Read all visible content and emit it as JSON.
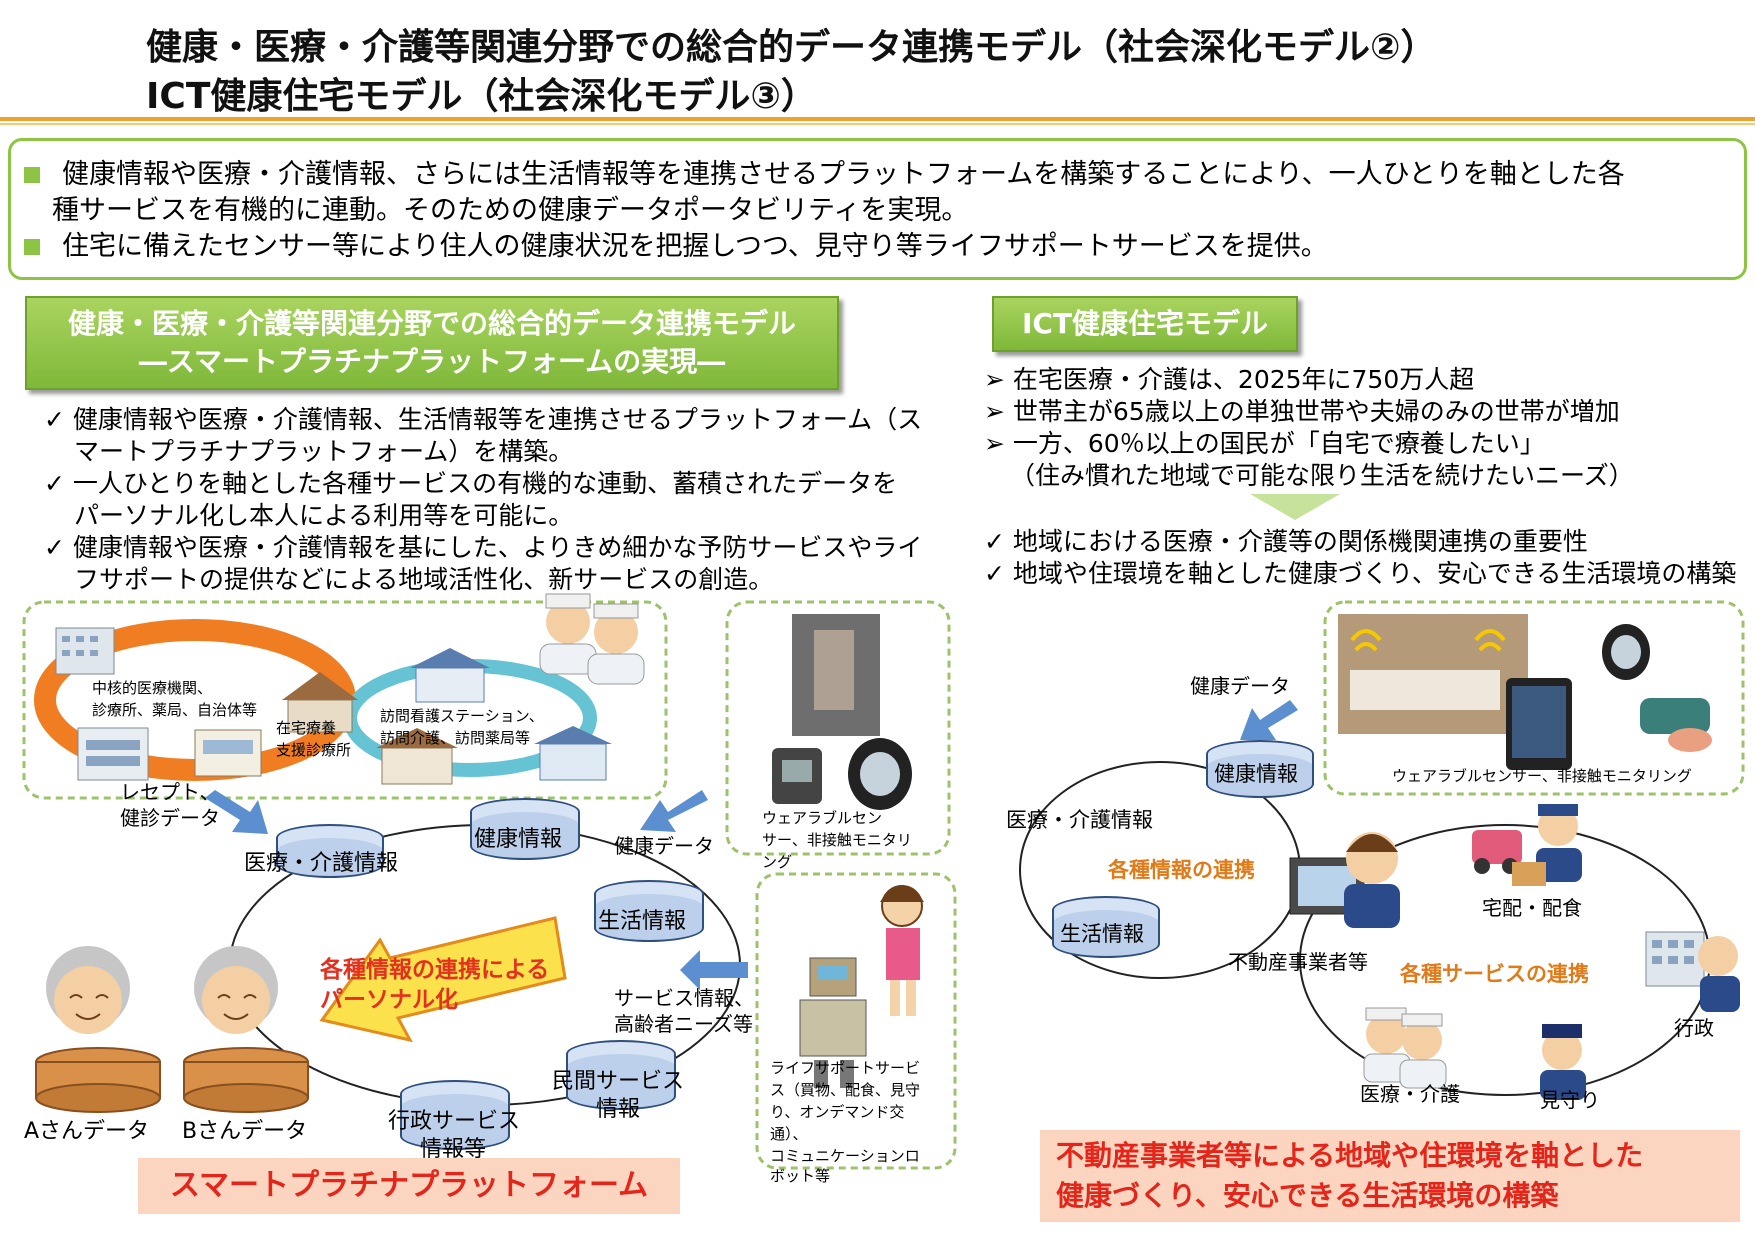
{
  "title": {
    "line1": "健康・医療・介護等関連分野での総合的データ連携モデル（社会深化モデル②）",
    "line2": "ICT健康住宅モデル（社会深化モデル③）"
  },
  "summary": {
    "bullet1_line1": "健康情報や医療・介護情報、さらには生活情報等を連携させるプラットフォームを構築することにより、一人ひとりを軸とした各",
    "bullet1_line2": "種サービスを有機的に連動。そのための健康データポータビリティを実現。",
    "bullet2": "住宅に備えたセンサー等により住人の健康状況を把握しつつ、見守り等ライフサポートサービスを提供。"
  },
  "left": {
    "header_line1": "健康・医療・介護等関連分野での総合的データ連携モデル",
    "header_line2": "―スマートプラチナプラットフォームの実現―",
    "checks": [
      {
        "l1": "健康情報や医療・介護情報、生活情報等を連携させるプラットフォーム（ス",
        "l2": "マートプラチナプラットフォーム）を構築。"
      },
      {
        "l1": "一人ひとりを軸とした各種サービスの有機的な連動、蓄積されたデータを",
        "l2": "パーソナル化し本人による利用等を可能に。"
      },
      {
        "l1": "健康情報や医療・介護情報を基にした、よりきめ細かな予防サービスやライ",
        "l2": "フサポートの提供などによる地域活性化、新サービスの創造。"
      }
    ],
    "network_labels": {
      "hospital": "中核的医療機関、",
      "clinic": "診療所、薬局、自治体等",
      "home_clinic1": "在宅療養",
      "home_clinic2": "支援診療所",
      "nursing1": "訪問看護ステーション、",
      "nursing2": "訪問介護、訪問薬局等"
    },
    "wearable": {
      "l1": "ウェアラブルセン",
      "l2": "サー、非接触モニタリ",
      "l3": "ング"
    },
    "lifesupport": {
      "l1": "ライフサポートサービ",
      "l2": "ス（買物、配食、見守",
      "l3": "り、オンデマンド交",
      "l4": "通）、",
      "l5": "コミュニケーションロ",
      "l6": "ボット等"
    },
    "receipt1": "レセプト、",
    "receipt2": "健診データ",
    "health_data": "健康データ",
    "service_info1": "サービス情報、",
    "service_info2": "高齢者ニーズ等",
    "db_medical": "医療・介護情報",
    "db_health": "健康情報",
    "db_life": "生活情報",
    "db_private1": "民間サービス",
    "db_private2": "情報",
    "db_admin1": "行政サービス",
    "db_admin2": "情報等",
    "personal1": "各種情報の連携による",
    "personal2": "パーソナル化",
    "person_a": "Aさんデータ",
    "person_b": "Bさんデータ",
    "banner": "スマートプラチナプラットフォーム"
  },
  "right": {
    "header": "ICT健康住宅モデル",
    "bullets": [
      "在宅医療・介護は、2025年に750万人超",
      "世帯主が65歳以上の単独世帯や夫婦のみの世帯が増加",
      "一方、60％以上の国民が「自宅で療養したい」"
    ],
    "bullet3_sub": "（住み慣れた地域で可能な限り生活を続けたいニーズ）",
    "checks": [
      "地域における医療・介護等の関係機関連携の重要性",
      "地域や住環境を軸とした健康づくり、安心できる生活環境の構築"
    ],
    "health_data": "健康データ",
    "wearable": "ウェアラブルセンサー、非接触モニタリング",
    "db_health": "健康情報",
    "db_medical": "医療・介護情報",
    "db_life": "生活情報",
    "info_link": "各種情報の連携",
    "realestate": "不動産事業者等",
    "service_link": "各種サービスの連携",
    "delivery": "宅配・配食",
    "admin": "行政",
    "medical": "医療・介護",
    "watch": "見守り",
    "banner1": "不動産事業者等による地域や住環境を軸とした",
    "banner2": "健康づくり、安心できる生活環境の構築"
  },
  "colors": {
    "accent_green": "#8dc443",
    "title_rule": "#f0a32a",
    "db_fill": "#bcd0ec",
    "arrow_blue": "#5b8fd0",
    "red_text": "#e4301e"
  }
}
